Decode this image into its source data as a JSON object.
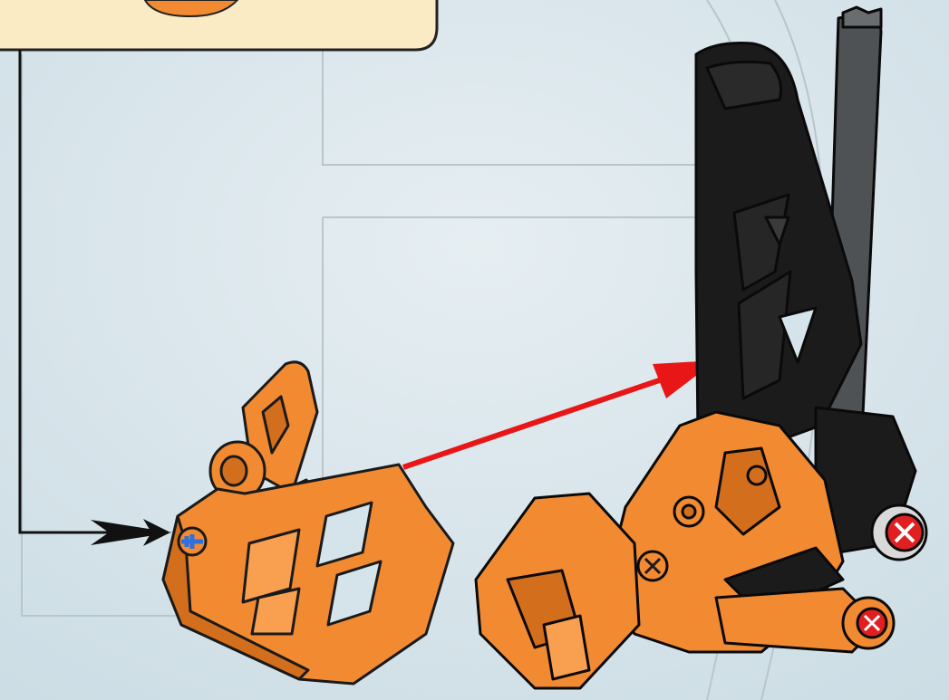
{
  "page": {
    "kind": "building-instruction-step",
    "background_color": "#d4e4ea",
    "panel_color": "#faebc5"
  },
  "colors": {
    "orange_part": "#f28a32",
    "orange_shadow": "#d36e1d",
    "black_part": "#1b1b1b",
    "dark_grey_axle": "#4f5254",
    "blue_pin": "#2f6fe0",
    "red_arrow": "#e81616",
    "red_axle": "#e02020",
    "guide_line": "#222222",
    "light_grey_bush": "#d9d9d9"
  },
  "icons": {
    "callout": "callout-box",
    "connector": "step-connector-arrow",
    "assembly_arrow": "attach-arrow",
    "part_a": "orange-armor-plate-part",
    "part_b": "black-leg-assembly"
  }
}
